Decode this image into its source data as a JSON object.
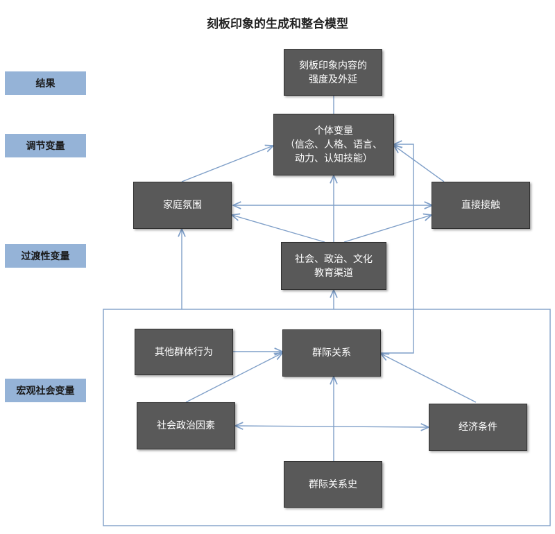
{
  "title": "刻板印象的生成和整合模型",
  "levels": {
    "result": "结果",
    "moderator": "调节变量",
    "transitional": "过渡性变量",
    "macro": "宏观社会变量"
  },
  "nodes": {
    "content": {
      "lines": [
        "刻板印象内容的",
        "强度及外延"
      ]
    },
    "individual": {
      "lines": [
        "个体变量",
        "（信念、人格、语言、",
        "动力、认知技能）"
      ]
    },
    "family": {
      "lines": [
        "家庭氛围"
      ]
    },
    "contact": {
      "lines": [
        "直接接触"
      ]
    },
    "channels": {
      "lines": [
        "社会、政治、文化",
        "教育渠道"
      ]
    },
    "other_group": {
      "lines": [
        "其他群体行为"
      ]
    },
    "intergroup": {
      "lines": [
        "群际关系"
      ]
    },
    "sociopolitical": {
      "lines": [
        "社会政治因素"
      ]
    },
    "economic": {
      "lines": [
        "经济条件"
      ]
    },
    "history": {
      "lines": [
        "群际关系史"
      ]
    }
  },
  "colors": {
    "node_fill": "#595959",
    "label_fill": "#95b3d7",
    "line": "#7f9fc8"
  }
}
